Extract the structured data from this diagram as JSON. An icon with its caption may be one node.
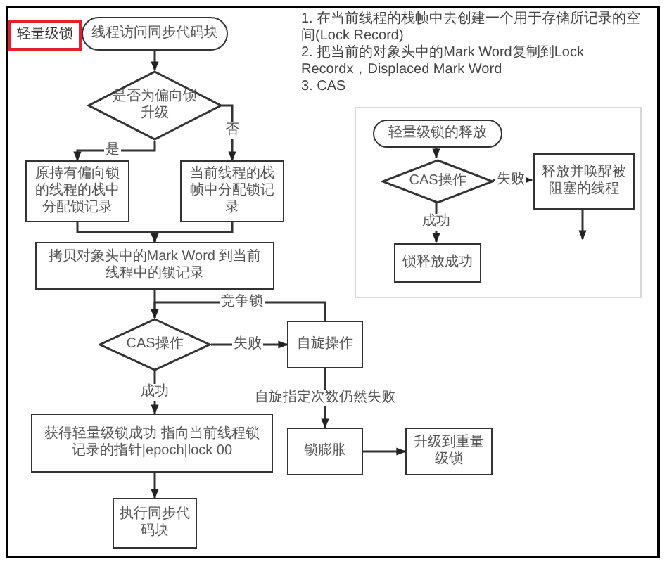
{
  "diagram": {
    "nodes": [
      {
        "text": [
          "轻量级锁"
        ]
      },
      {
        "text": [
          "线程访问同步代码块"
        ]
      },
      {
        "text": [
          "是否为偏向锁升级"
        ]
      },
      {
        "text": [
          "原持有偏向锁的线程的栈中分配锁记录"
        ]
      },
      {
        "text": [
          "当前线程的栈帧中分配锁记录"
        ]
      },
      {
        "text": [
          "拷贝对象头中的Mark Word 到当前线程中的锁记录"
        ]
      },
      {
        "text": [
          "CAS操作"
        ]
      },
      {
        "text": [
          "自旋操作"
        ]
      },
      {
        "text": [
          "获得轻量级锁成功 指向当前线程锁记录的指针|epoch|lock 00"
        ]
      },
      {
        "text": [
          "锁膨胀"
        ]
      },
      {
        "text": [
          "升级到重量级锁"
        ]
      },
      {
        "text": [
          "执行同步代码块"
        ]
      },
      {
        "text": [],
        "shape": "box"
      },
      {
        "text": [
          "轻量级锁的释放"
        ],
        "in": 12
      },
      {
        "text": [
          "CAS操作"
        ],
        "in": 12
      },
      {
        "text": [
          "释放并唤醒被阻塞的线程"
        ],
        "in": 12
      },
      {
        "text": [
          "锁释放成功"
        ],
        "in": 12
      }
    ],
    "edges": [
      {
        "from": 1,
        "to": 2,
        "arrow": "to"
      },
      {
        "from": 2,
        "to": 3,
        "arrow": "to",
        "label": "是"
      },
      {
        "from": 2,
        "to": 4,
        "arrow": "to",
        "label": "否"
      },
      {
        "from": 3,
        "to": 5,
        "arrow": "to"
      },
      {
        "from": 4,
        "to": 5,
        "arrow": "to"
      },
      {
        "from": 5,
        "to": 6,
        "arrow": "to"
      },
      {
        "from": 6,
        "to": 7,
        "arrow": "to",
        "label": "失败"
      },
      {
        "from": 7,
        "to": 6,
        "arrow": "to",
        "label": "竞争锁"
      },
      {
        "from": 6,
        "to": 8,
        "arrow": "to",
        "label": "成功"
      },
      {
        "from": 8,
        "to": 11,
        "arrow": "to"
      },
      {
        "from": 7,
        "to": 9,
        "arrow": "to",
        "label": "自旋指定次数仍然失败"
      },
      {
        "from": 9,
        "to": 10,
        "arrow": "to"
      },
      {
        "from": 13,
        "to": 14,
        "arrow": "to"
      },
      {
        "from": 14,
        "to": 15,
        "arrow": "to",
        "label": "失败"
      },
      {
        "from": 14,
        "to": 16,
        "arrow": "to",
        "label": "成功"
      },
      {
        "from": 15,
        "to": null,
        "arrow": "to"
      }
    ],
    "labels": [
      "1. 在当前线程的栈帧中去创建一个用于存储所记录的空间(Lock Record)",
      "2. 把当前的对象头中的Mark Word复制到Lock Recordx，Displaced Mark Word",
      "3. CAS"
    ]
  }
}
